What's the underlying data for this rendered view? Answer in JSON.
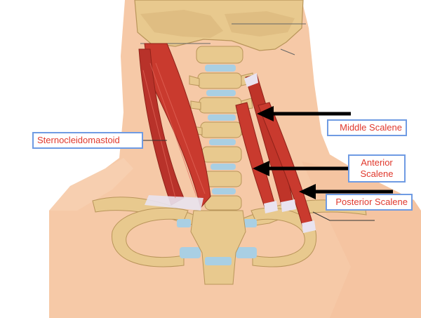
{
  "labels": {
    "sternocleidomastoid": "Sternocleidomastoid",
    "middle_scalene": "Middle Scalene",
    "anterior_scalene_1": "Anterior",
    "anterior_scalene_2": "Scalene",
    "posterior_scalene": "Posterior Scalene"
  },
  "colors": {
    "label_border": "#6f9be3",
    "label_text": "#e0382c",
    "skin": "#f6c9a7",
    "bone": "#e8c98e",
    "muscle": "#c93a2e",
    "cartilage": "#a9cfe3",
    "arrow": "#000000"
  }
}
